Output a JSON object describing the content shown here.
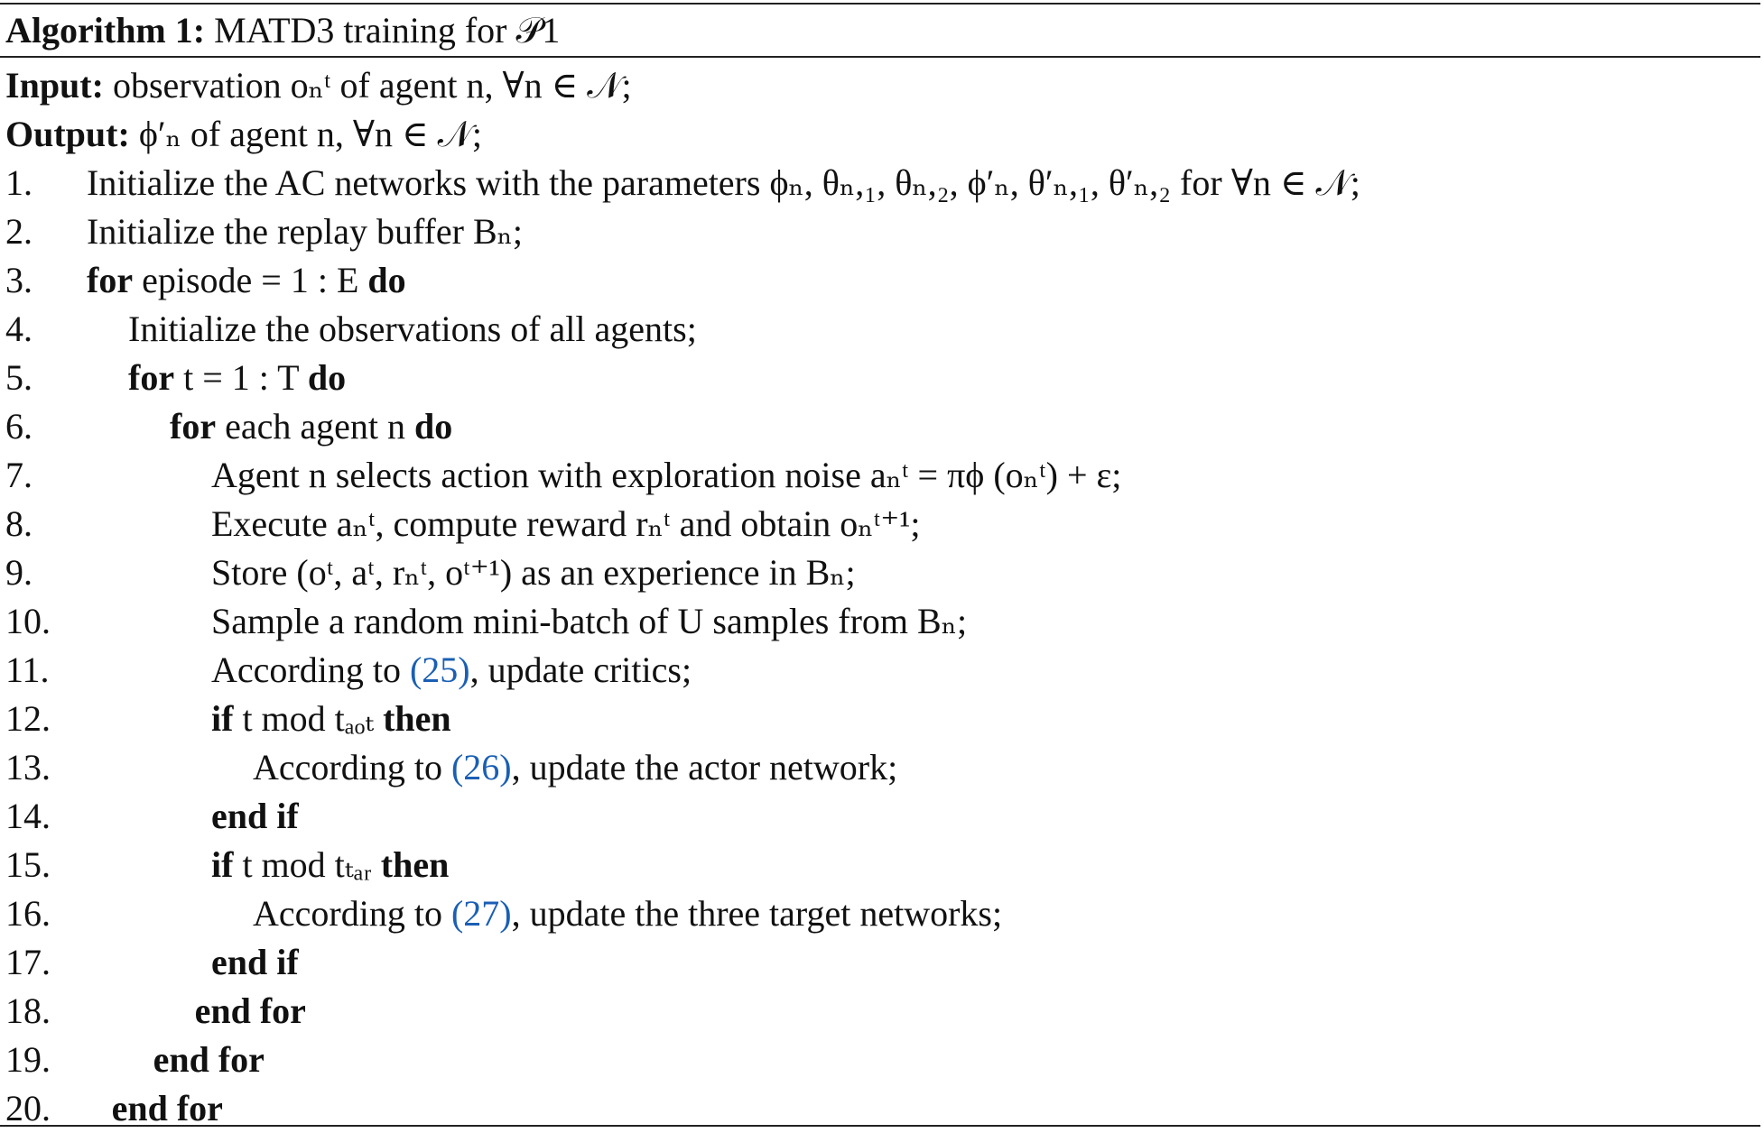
{
  "algorithm": {
    "label": "Algorithm 1:",
    "title": "MATD3 training for 𝒫1"
  },
  "io": {
    "input_label": "Input:",
    "input_text": "observation oₙᵗ of agent n, ∀n ∈ 𝒩;",
    "output_label": "Output:",
    "output_text": "ϕ′ₙ of agent n, ∀n ∈ 𝒩;"
  },
  "lines": [
    {
      "num": "1.",
      "indent": 0,
      "text": "Initialize the AC networks with the parameters ϕₙ, θₙ,₁, θₙ,₂, ϕ′ₙ, θ′ₙ,₁, θ′ₙ,₂ for ∀n ∈ 𝒩;"
    },
    {
      "num": "2.",
      "indent": 0,
      "text": "Initialize the replay buffer Bₙ;"
    },
    {
      "num": "3.",
      "indent": 0,
      "kw_pre": "for",
      "text": " episode = 1 : E ",
      "kw_post": "do"
    },
    {
      "num": "4.",
      "indent": 1,
      "text": "Initialize the observations of all agents;"
    },
    {
      "num": "5.",
      "indent": 1,
      "kw_pre": "for",
      "text": " t = 1 : T ",
      "kw_post": "do"
    },
    {
      "num": "6.",
      "indent": 2,
      "kw_pre": "for",
      "text": " each agent n ",
      "kw_post": "do"
    },
    {
      "num": "7.",
      "indent": 3,
      "text": "Agent n selects action with exploration noise aₙᵗ = πϕ (oₙᵗ) + ε;"
    },
    {
      "num": "8.",
      "indent": 3,
      "text": "Execute aₙᵗ, compute reward rₙᵗ and obtain oₙᵗ⁺¹;"
    },
    {
      "num": "9.",
      "indent": 3,
      "text": "Store (oᵗ, aᵗ, rₙᵗ, oᵗ⁺¹) as an experience in Bₙ;"
    },
    {
      "num": "10.",
      "indent": 3,
      "text": "Sample a random mini-batch of U samples from Bₙ;"
    },
    {
      "num": "11.",
      "indent": 3,
      "text_pre": "According to ",
      "ref": "(25)",
      "text_post": ", update critics;"
    },
    {
      "num": "12.",
      "indent": 3,
      "kw_pre": "if",
      "text": " t mod tₐₒₜ ",
      "kw_post": "then"
    },
    {
      "num": "13.",
      "indent": 4,
      "text_pre": "According to ",
      "ref": "(26)",
      "text_post": ", update the actor network;"
    },
    {
      "num": "14.",
      "indent": 3,
      "kw_pre": "end if"
    },
    {
      "num": "15.",
      "indent": 3,
      "kw_pre": "if",
      "text": " t mod tₜₐᵣ ",
      "kw_post": "then"
    },
    {
      "num": "16.",
      "indent": 4,
      "text_pre": "According to ",
      "ref": "(27)",
      "text_post": ", update the three target networks;"
    },
    {
      "num": "17.",
      "indent": 3,
      "kw_pre": "end if"
    },
    {
      "num": "18.",
      "indent": 2.6,
      "kw_pre": "end for"
    },
    {
      "num": "19.",
      "indent": 1.6,
      "kw_pre": "end for"
    },
    {
      "num": "20.",
      "indent": 0.6,
      "kw_pre": "end for"
    }
  ]
}
